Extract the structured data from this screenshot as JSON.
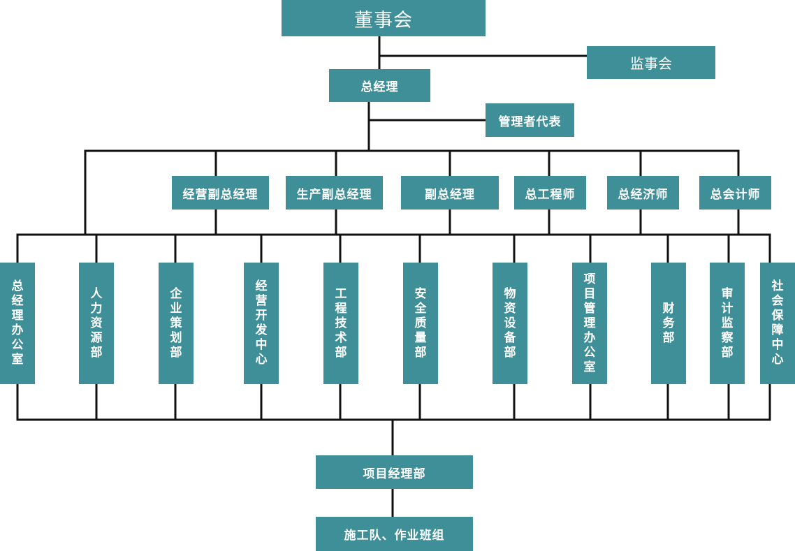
{
  "top": {
    "board": "董事会",
    "supervisors": "监事会",
    "general_manager": "总经理",
    "management_rep": "管理者代表"
  },
  "deputies": [
    "经营副总经理",
    "生产副总经理",
    "副总经理",
    "总工程师",
    "总经济师",
    "总会计师"
  ],
  "departments": [
    "总经理办公室",
    "人力资源部",
    "企业策划部",
    "经营开发中心",
    "工程技术部",
    "安全质量部",
    "物资设备部",
    "项目管理办公室",
    "财务部",
    "审计监察部",
    "社会保障中心"
  ],
  "bottom": {
    "project_dept": "项目经理部",
    "teams": "施工队、作业班组"
  },
  "colors": {
    "box": "#3f8f99",
    "text": "#ffffff",
    "line": "#111111"
  }
}
